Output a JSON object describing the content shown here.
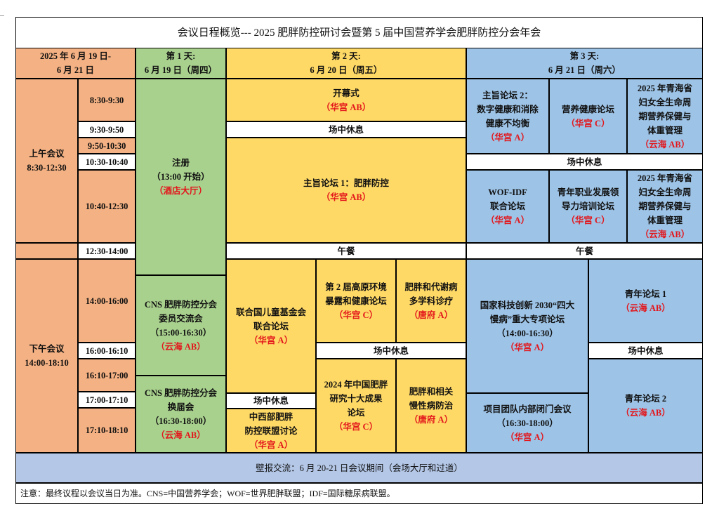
{
  "title": "会议日程概览--- 2025 肥胖防控研讨会暨第 5 届中国营养学会肥胖防控分会年会",
  "cells": {
    "hdr_range": [
      {
        "t": "2025 年 6 月 19 日-"
      },
      {
        "t": "6 月 21 日"
      }
    ],
    "hdr_d1": [
      {
        "t": "第 1 天:"
      },
      {
        "t": "6 月 19 日（周四）"
      }
    ],
    "hdr_d2": [
      {
        "t": "第 2 天:"
      },
      {
        "t": "6 月 20 日（周五）"
      }
    ],
    "hdr_d3": [
      {
        "t": "第 3 天:"
      },
      {
        "t": "6 月 21 日（周六）"
      }
    ],
    "am_label": [
      {
        "t": "上午会议"
      },
      {
        "t": "8:30-12:30"
      }
    ],
    "pm_label": [
      {
        "t": "下午会议"
      },
      {
        "t": "14:00-18:10"
      }
    ],
    "lunch_label": [],
    "t1": [
      {
        "t": "8:30-9:30"
      }
    ],
    "t2": [
      {
        "t": "9:30-9:50"
      }
    ],
    "t3": [
      {
        "t": "9:50-10:30"
      }
    ],
    "t4": [
      {
        "t": "10:30-10:40"
      }
    ],
    "t5": [
      {
        "t": "10:40-12:30"
      }
    ],
    "t6": [
      {
        "t": "12:30-14:00"
      }
    ],
    "t7": [
      {
        "t": "14:00-16:00"
      }
    ],
    "t8": [
      {
        "t": "16:00-16:10"
      }
    ],
    "t9": [
      {
        "t": "16:10-17:00"
      }
    ],
    "t10": [
      {
        "t": "17:00-17:10"
      }
    ],
    "t11": [
      {
        "t": "17:10-18:10"
      }
    ],
    "d1_reg": [
      {
        "t": "注册"
      },
      {
        "t": "（13:00 开始）"
      },
      {
        "t": "（酒店大厅）",
        "red": true
      }
    ],
    "d1_cns1": [
      {
        "t": "CNS 肥胖防控分会"
      },
      {
        "t": "委员交流会"
      },
      {
        "t": "（15:00-16:30）"
      },
      {
        "t": "（云海 AB）",
        "red": true
      }
    ],
    "d1_cns2": [
      {
        "t": "CNS 肥胖防控分会"
      },
      {
        "t": "换届会"
      },
      {
        "t": "（16:30-18:00）"
      },
      {
        "t": "（云海 AB）",
        "red": true
      }
    ],
    "d2_open": [
      {
        "t": "开幕式"
      },
      {
        "t": "（华宫 AB）",
        "red": true
      }
    ],
    "d2_break1": [
      {
        "t": "场中休息"
      }
    ],
    "d2_key1": [
      {
        "t": "主旨论坛 1：肥胖防控"
      },
      {
        "t": "（华宫 AB）",
        "red": true
      }
    ],
    "d2_lunch": [
      {
        "t": "午餐"
      }
    ],
    "d2_un": [
      {
        "t": "联合国儿童基金会"
      },
      {
        "t": "联合论坛"
      },
      {
        "t": "（华宫 A）",
        "red": true
      }
    ],
    "d2_break_a": [
      {
        "t": "场中休息"
      }
    ],
    "d2_west": [
      {
        "t": "中西部肥胖"
      },
      {
        "t": "防控联盟讨论"
      },
      {
        "t": "（华宫 A）",
        "red": true
      }
    ],
    "d2_plateau": [
      {
        "t": "第 2 届高原环境"
      },
      {
        "t": "暴露和健康论坛"
      },
      {
        "t": "（华宫 C）",
        "red": true
      }
    ],
    "d2_metab": [
      {
        "t": "肥胖和代谢病"
      },
      {
        "t": "多学科诊疗"
      },
      {
        "t": "（唐府 A）",
        "red": true
      }
    ],
    "d2_break_b": [
      {
        "t": "场中休息"
      }
    ],
    "d2_top10": [
      {
        "t": "2024 年中国肥胖"
      },
      {
        "t": "研究十大成果"
      },
      {
        "t": "论坛"
      },
      {
        "t": "（华宫 C）",
        "red": true
      }
    ],
    "d2_chronic": [
      {
        "t": "肥胖和相关"
      },
      {
        "t": "慢性病防治"
      },
      {
        "t": "（唐府 A）",
        "red": true
      }
    ],
    "d3_key2": [
      {
        "t": "主旨论坛 2："
      },
      {
        "t": "数字健康和消除"
      },
      {
        "t": "健康不均衡"
      },
      {
        "t": "（华宫 A）",
        "red": true
      }
    ],
    "d3_nutr": [
      {
        "t": "营养健康论坛"
      },
      {
        "t": "（华宫 C）",
        "red": true
      }
    ],
    "d3_qh1": [
      {
        "t": "2025 年青海省"
      },
      {
        "t": "妇女全生命周"
      },
      {
        "t": "期营养保健与"
      },
      {
        "t": "体重管理"
      },
      {
        "t": "（云海 AB）",
        "red": true
      }
    ],
    "d3_break1": [
      {
        "t": "场中休息"
      }
    ],
    "d3_wof": [
      {
        "t": "WOF-IDF"
      },
      {
        "t": "联合论坛"
      },
      {
        "t": "（华宫 A）",
        "red": true
      }
    ],
    "d3_career": [
      {
        "t": "青年职业发展领"
      },
      {
        "t": "导力培训论坛"
      },
      {
        "t": "（华宫 C）",
        "red": true
      }
    ],
    "d3_qh2": [
      {
        "t": "2025 年青海省"
      },
      {
        "t": "妇女全生命周"
      },
      {
        "t": "期营养保健与"
      },
      {
        "t": "体重管理"
      },
      {
        "t": "（云海 AB）",
        "red": true
      }
    ],
    "d3_lunch": [
      {
        "t": "午餐"
      }
    ],
    "d3_nat": [
      {
        "t": "国家科技创新 2030“四大"
      },
      {
        "t": "慢病”重大专项论坛"
      },
      {
        "t": "（14:00-16:30）"
      },
      {
        "t": "（华宫 A）",
        "red": true
      }
    ],
    "d3_team": [
      {
        "t": "项目团队内部闭门会议"
      },
      {
        "t": "（16:30-18:00）"
      },
      {
        "t": "（华宫 A）",
        "red": true
      }
    ],
    "d3_youth1": [
      {
        "t": "青年论坛 1"
      },
      {
        "t": "（云海 AB）",
        "red": true
      }
    ],
    "d3_break2": [
      {
        "t": "场中休息"
      }
    ],
    "d3_youth2": [
      {
        "t": "青年论坛 2"
      },
      {
        "t": "（云海 AB）",
        "red": true
      }
    ],
    "poster": [
      {
        "t": "壁报交流：6 月 20-21 日会议期间（会场大厅和过道）"
      }
    ],
    "note": [
      {
        "t": "注意：最终议程以会议当日为准。CNS=中国营养学会；WOF=世界肥胖联盟；IDF=国际糖尿病联盟。"
      }
    ]
  },
  "colors": {
    "location_text": "#e3161b",
    "morning": "#f4b183",
    "day1": "#a9d18e",
    "day2": "#ffd966",
    "day3": "#9dc3e6",
    "poster": "#b4c7e7"
  }
}
